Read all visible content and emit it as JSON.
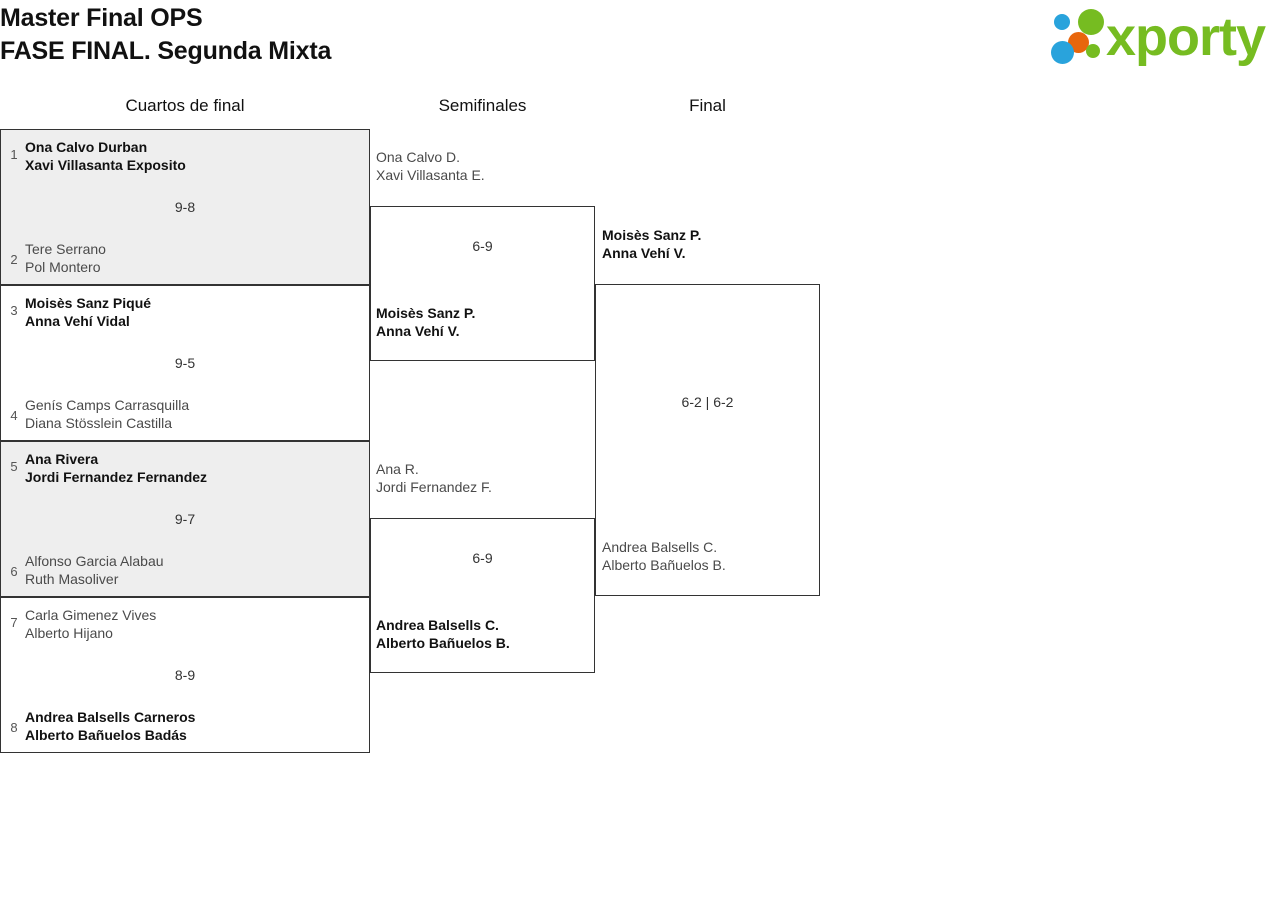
{
  "header": {
    "title_line1": "Master Final OPS",
    "title_line2": "FASE FINAL. Segunda Mixta",
    "logo_text": "xporty",
    "logo_colors": {
      "green": "#76bc21",
      "blue": "#29a3dc",
      "orange": "#e8660c"
    }
  },
  "columns": {
    "quarterfinals": "Cuartos de final",
    "semifinals": "Semifinales",
    "final": "Final"
  },
  "colors": {
    "winner_text": "#111111",
    "loser_text": "#4a4a4a",
    "shaded_row": "#eeeeee",
    "border": "#333333"
  },
  "quarterfinals": [
    {
      "seed_top": "1",
      "top_p1": "Ona Calvo Durban",
      "top_p2": "Xavi Villasanta Exposito",
      "seed_bottom": "2",
      "bottom_p1": "Tere Serrano",
      "bottom_p2": "Pol Montero",
      "score": "9-8",
      "winner": "top"
    },
    {
      "seed_top": "3",
      "top_p1": "Moisès Sanz Piqué",
      "top_p2": "Anna Vehí Vidal",
      "seed_bottom": "4",
      "bottom_p1": "Genís Camps Carrasquilla",
      "bottom_p2": "Diana Stösslein Castilla",
      "score": "9-5",
      "winner": "top"
    },
    {
      "seed_top": "5",
      "top_p1": "Ana Rivera",
      "top_p2": "Jordi Fernandez Fernandez",
      "seed_bottom": "6",
      "bottom_p1": "Alfonso Garcia Alabau",
      "bottom_p2": "Ruth Masoliver",
      "score": "9-7",
      "winner": "top"
    },
    {
      "seed_top": "7",
      "top_p1": "Carla Gimenez Vives",
      "top_p2": "Alberto Hijano",
      "seed_bottom": "8",
      "bottom_p1": "Andrea Balsells Carneros",
      "bottom_p2": "Alberto Bañuelos Badás",
      "score": "8-9",
      "winner": "bottom"
    }
  ],
  "semifinals": [
    {
      "upper_p1": "Ona Calvo D.",
      "upper_p2": "Xavi Villasanta E.",
      "lower_p1": "Moisès Sanz P.",
      "lower_p2": "Anna Vehí V.",
      "score": "6-9",
      "winner": "lower"
    },
    {
      "upper_p1": "Ana R.",
      "upper_p2": "Jordi Fernandez F.",
      "lower_p1": "Andrea Balsells C.",
      "lower_p2": "Alberto Bañuelos B.",
      "score": "6-9",
      "winner": "lower"
    }
  ],
  "final": {
    "upper_p1": "Moisès Sanz P.",
    "upper_p2": "Anna Vehí V.",
    "lower_p1": "Andrea Balsells C.",
    "lower_p2": "Alberto Bañuelos B.",
    "score": "6-2 | 6-2",
    "winner": "upper"
  }
}
